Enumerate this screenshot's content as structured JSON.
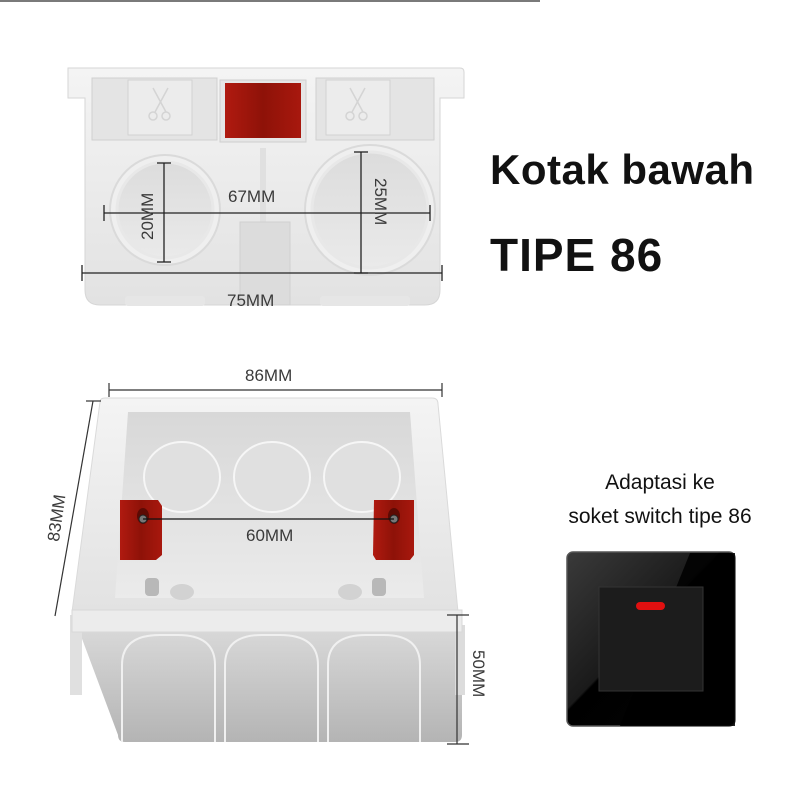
{
  "header": {
    "title_line1": "Kotak bawah",
    "title_line2": "TIPE 86"
  },
  "top_view": {
    "dimensions": {
      "hole_small": "20MM",
      "hole_large": "25MM",
      "hole_spacing": "67MM",
      "width": "75MM"
    },
    "icons": [
      "scissors-icon",
      "scissors-icon"
    ]
  },
  "perspective_view": {
    "dimensions": {
      "width": "86MM",
      "height": "83MM",
      "screw_spacing": "60MM",
      "depth": "50MM"
    }
  },
  "compatibility": {
    "line1": "Adaptasi ke",
    "line2": "soket switch tipe 86"
  },
  "colors": {
    "accent_red": "#a01810",
    "plastic_white": "#eeeeee",
    "switch_black": "#0a0a0a",
    "indicator_red": "#e01010"
  }
}
